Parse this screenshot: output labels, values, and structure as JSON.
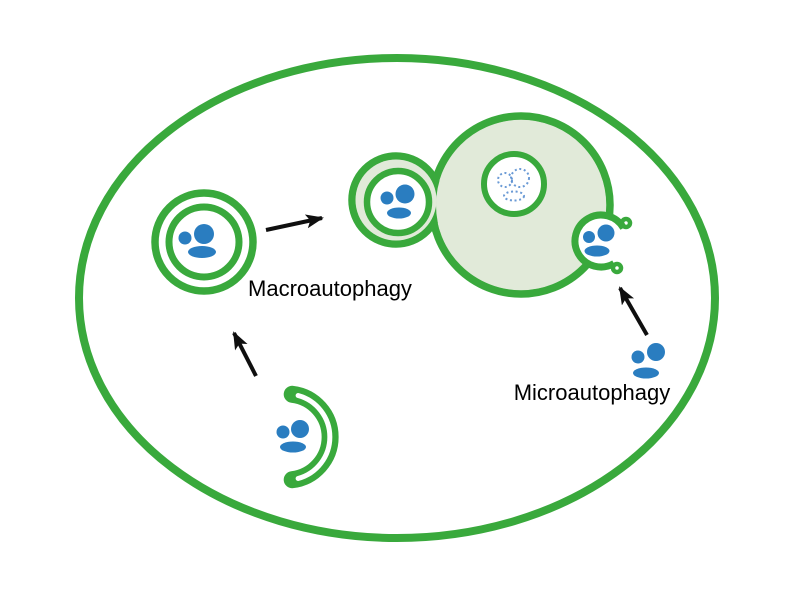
{
  "title": "Autophagy pathways diagram",
  "labels": {
    "macro": "Macroautophagy",
    "micro": "Microautophagy"
  },
  "colors": {
    "membrane-green": "#39a93c",
    "vacuole-fill": "#e1ead9",
    "cargo-blue": "#2a7dc0",
    "degraded-blue": "#5a8fd0",
    "arrow-black": "#0f0f0f",
    "label-color": "#000000",
    "background": "#ffffff"
  },
  "parts": [
    "cell-membrane",
    "phagophore",
    "cytoplasmic-cargo",
    "autophagosome",
    "autophagosome-vacuole-fusion",
    "vacuole",
    "degraded-material",
    "microautophagy-invagination"
  ]
}
